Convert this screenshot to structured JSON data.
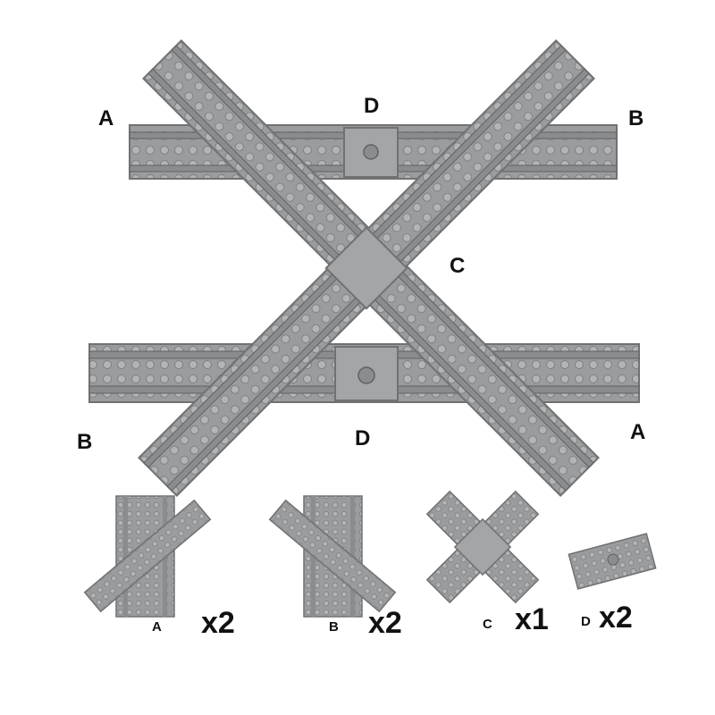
{
  "assembled": {
    "labels": {
      "top_left": "A",
      "top_right": "B",
      "top_middle": "D",
      "center": "C",
      "bottom_left": "B",
      "bottom_right": "A",
      "bottom_middle": "D"
    }
  },
  "parts": [
    {
      "letter": "A",
      "quantity": "x2"
    },
    {
      "letter": "B",
      "quantity": "x2"
    },
    {
      "letter": "C",
      "quantity": "x1"
    },
    {
      "letter": "D",
      "quantity": "x2"
    }
  ],
  "colors": {
    "track_gray": "#9a9c9e",
    "track_dark": "#6f7173",
    "stud_gray": "#b2b4b6",
    "label_text": "#111111"
  }
}
